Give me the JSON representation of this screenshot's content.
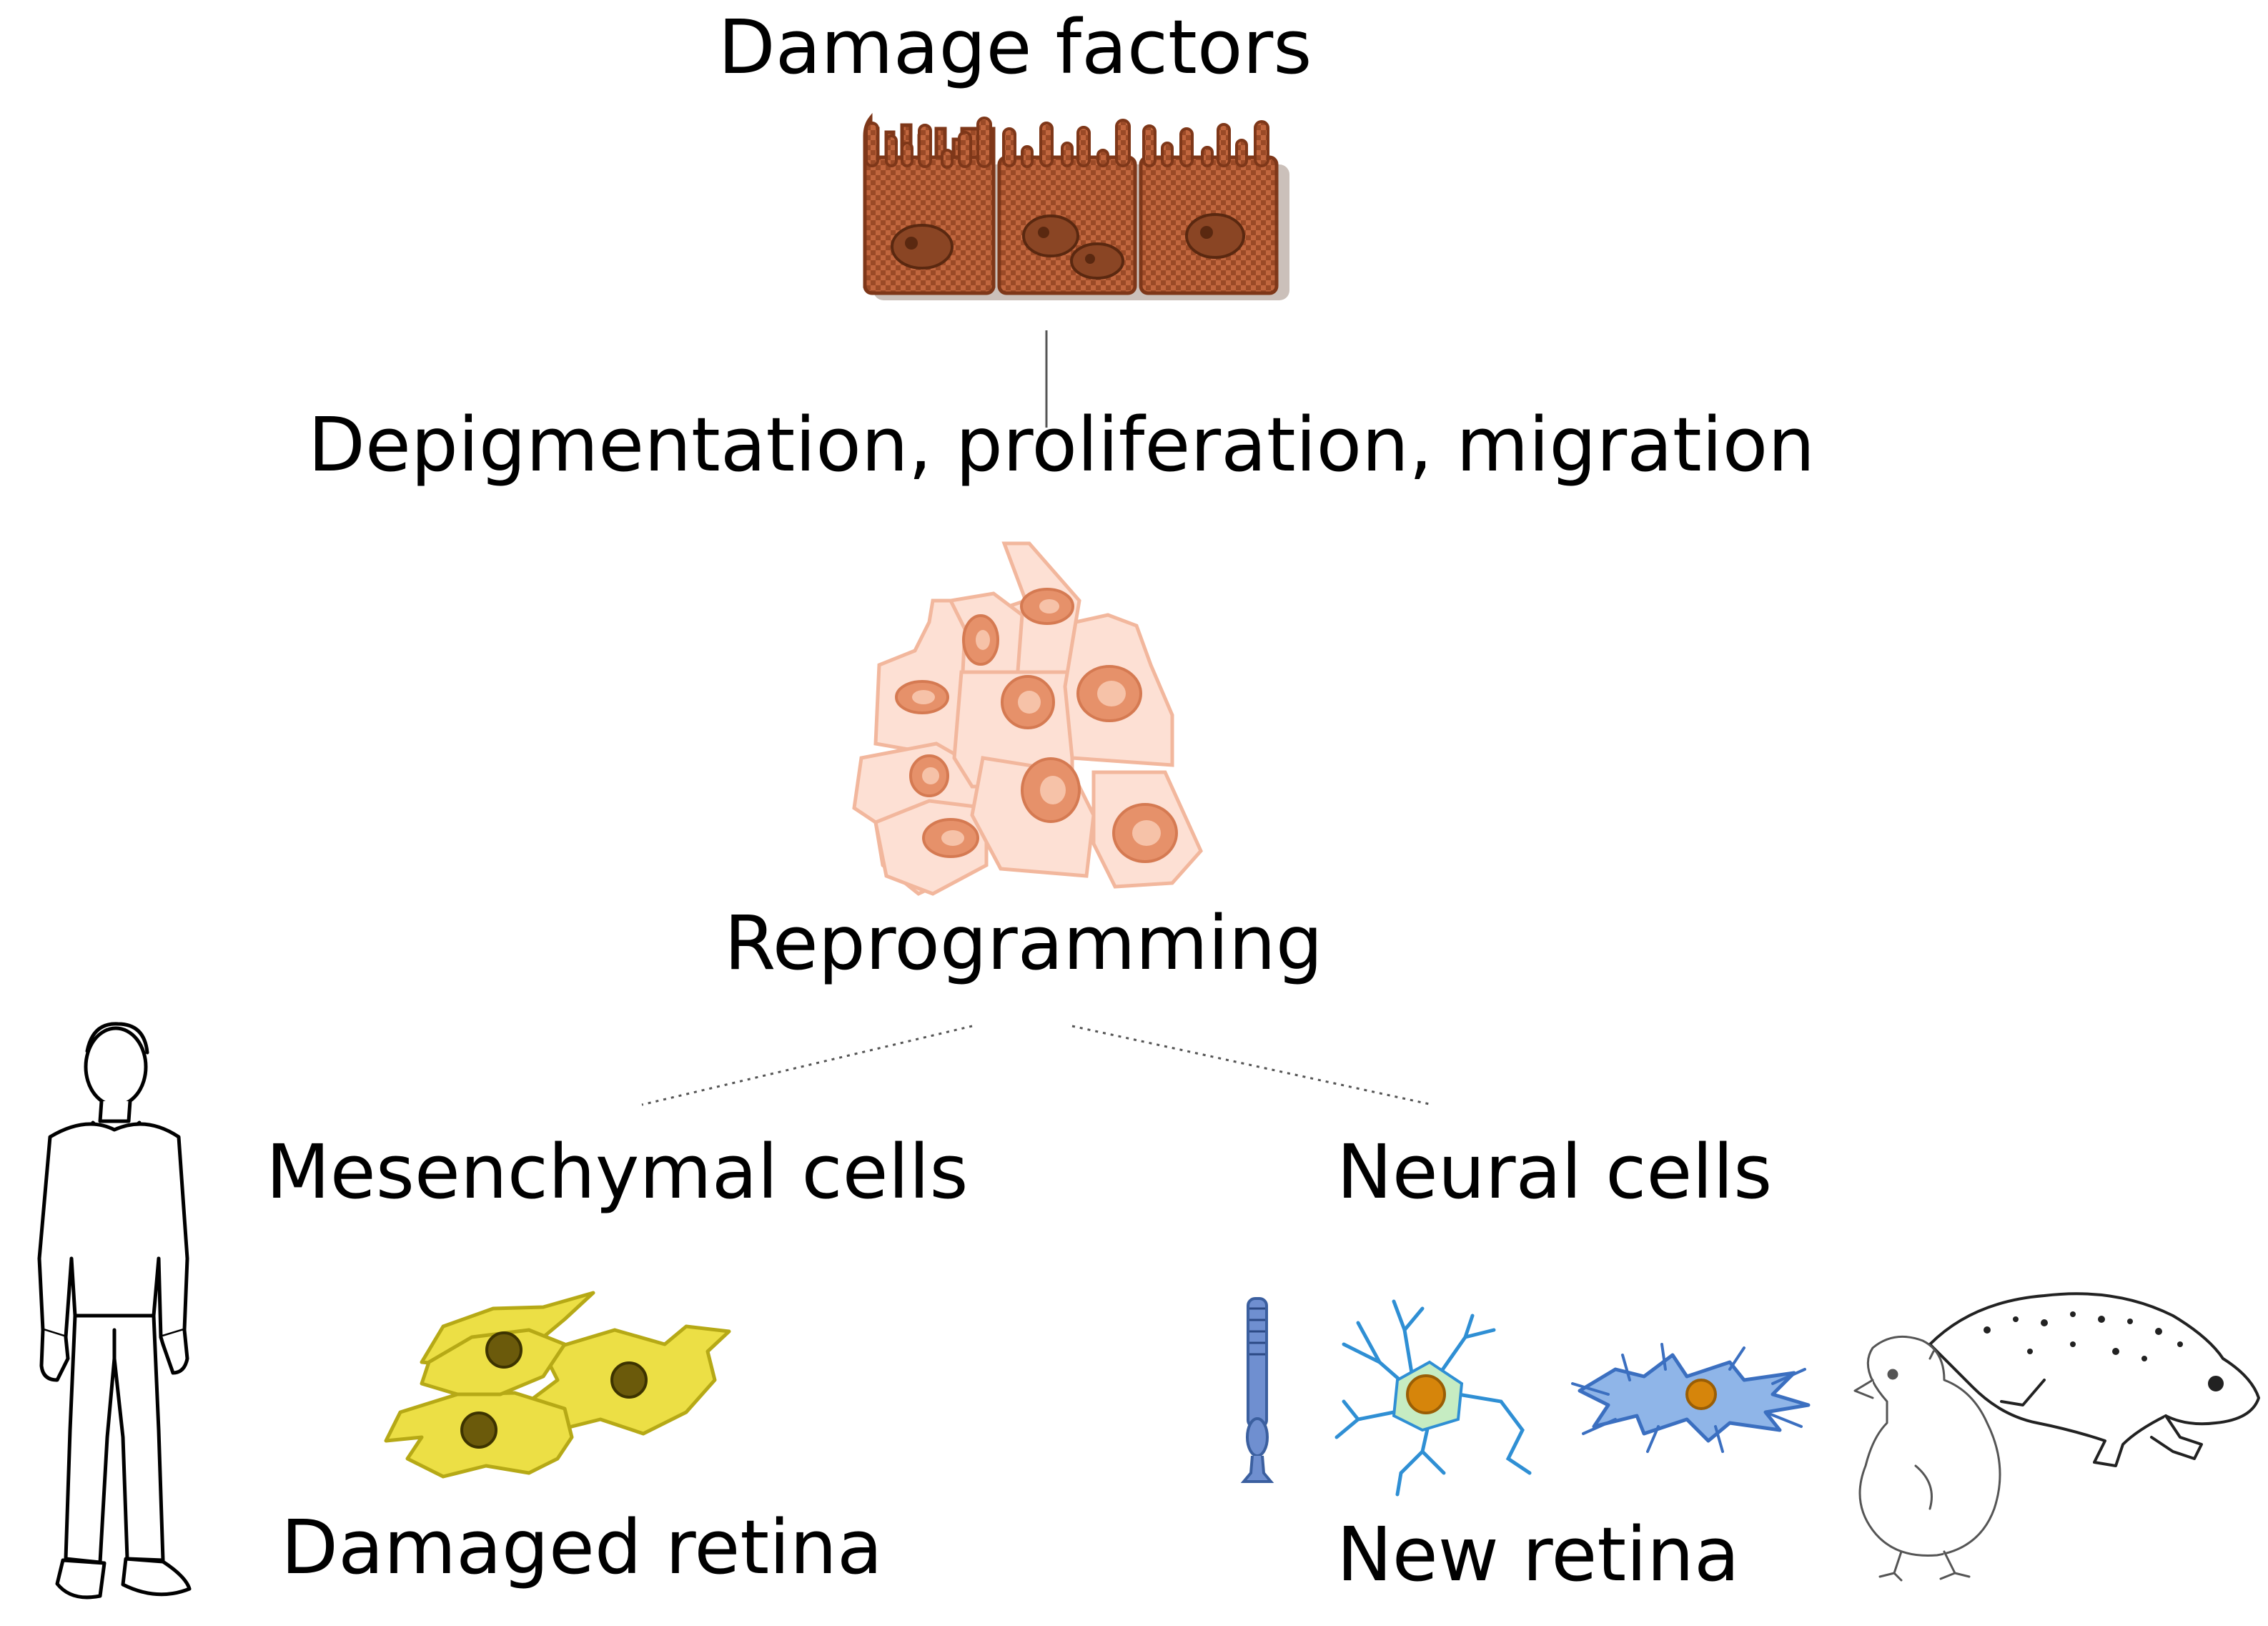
{
  "labels": {
    "damage_factors": "Damage factors",
    "depigmentation": "Depigmentation, proliferation, migration",
    "reprogramming": "Reprogramming",
    "mesenchymal_cells": "Mesenchymal cells",
    "neural_cells": "Neural cells",
    "damaged_retina": "Damaged retina",
    "new_retina": "New retina"
  },
  "colors": {
    "rpe_fill": "#c1663e",
    "rpe_dark": "#7e3719",
    "rpe_nucleus": "#8a4524",
    "reprog_fill": "#fde0d4",
    "reprog_stroke": "#f2b79d",
    "reprog_nucleus": "#e6916a",
    "reprog_nucleolus": "#f6c2a8",
    "mesenchymal_fill": "#ecdf45",
    "mesenchymal_stroke": "#b6a916",
    "mesenchymal_nucleus": "#6b5a0b",
    "photoreceptor": "#6f8fd0",
    "neuron_stroke": "#2f8fd4",
    "neuron_body": "#c6ecc2",
    "neuron_nucleus": "#d6850b",
    "muller_fill": "#8fb5e8",
    "muller_stroke": "#3b6fc0",
    "line": "#333333"
  },
  "icons": {
    "rpe_cells": "rpe-cells-icon",
    "reprogrammed_cells": "reprogrammed-cells-icon",
    "mesenchymal_cells": "mesenchymal-cells-icon",
    "photoreceptor": "photoreceptor-icon",
    "neuron": "neuron-icon",
    "muller_glia": "muller-glia-icon",
    "human": "human-figure-icon",
    "chick": "chick-icon",
    "newt": "newt-icon"
  }
}
